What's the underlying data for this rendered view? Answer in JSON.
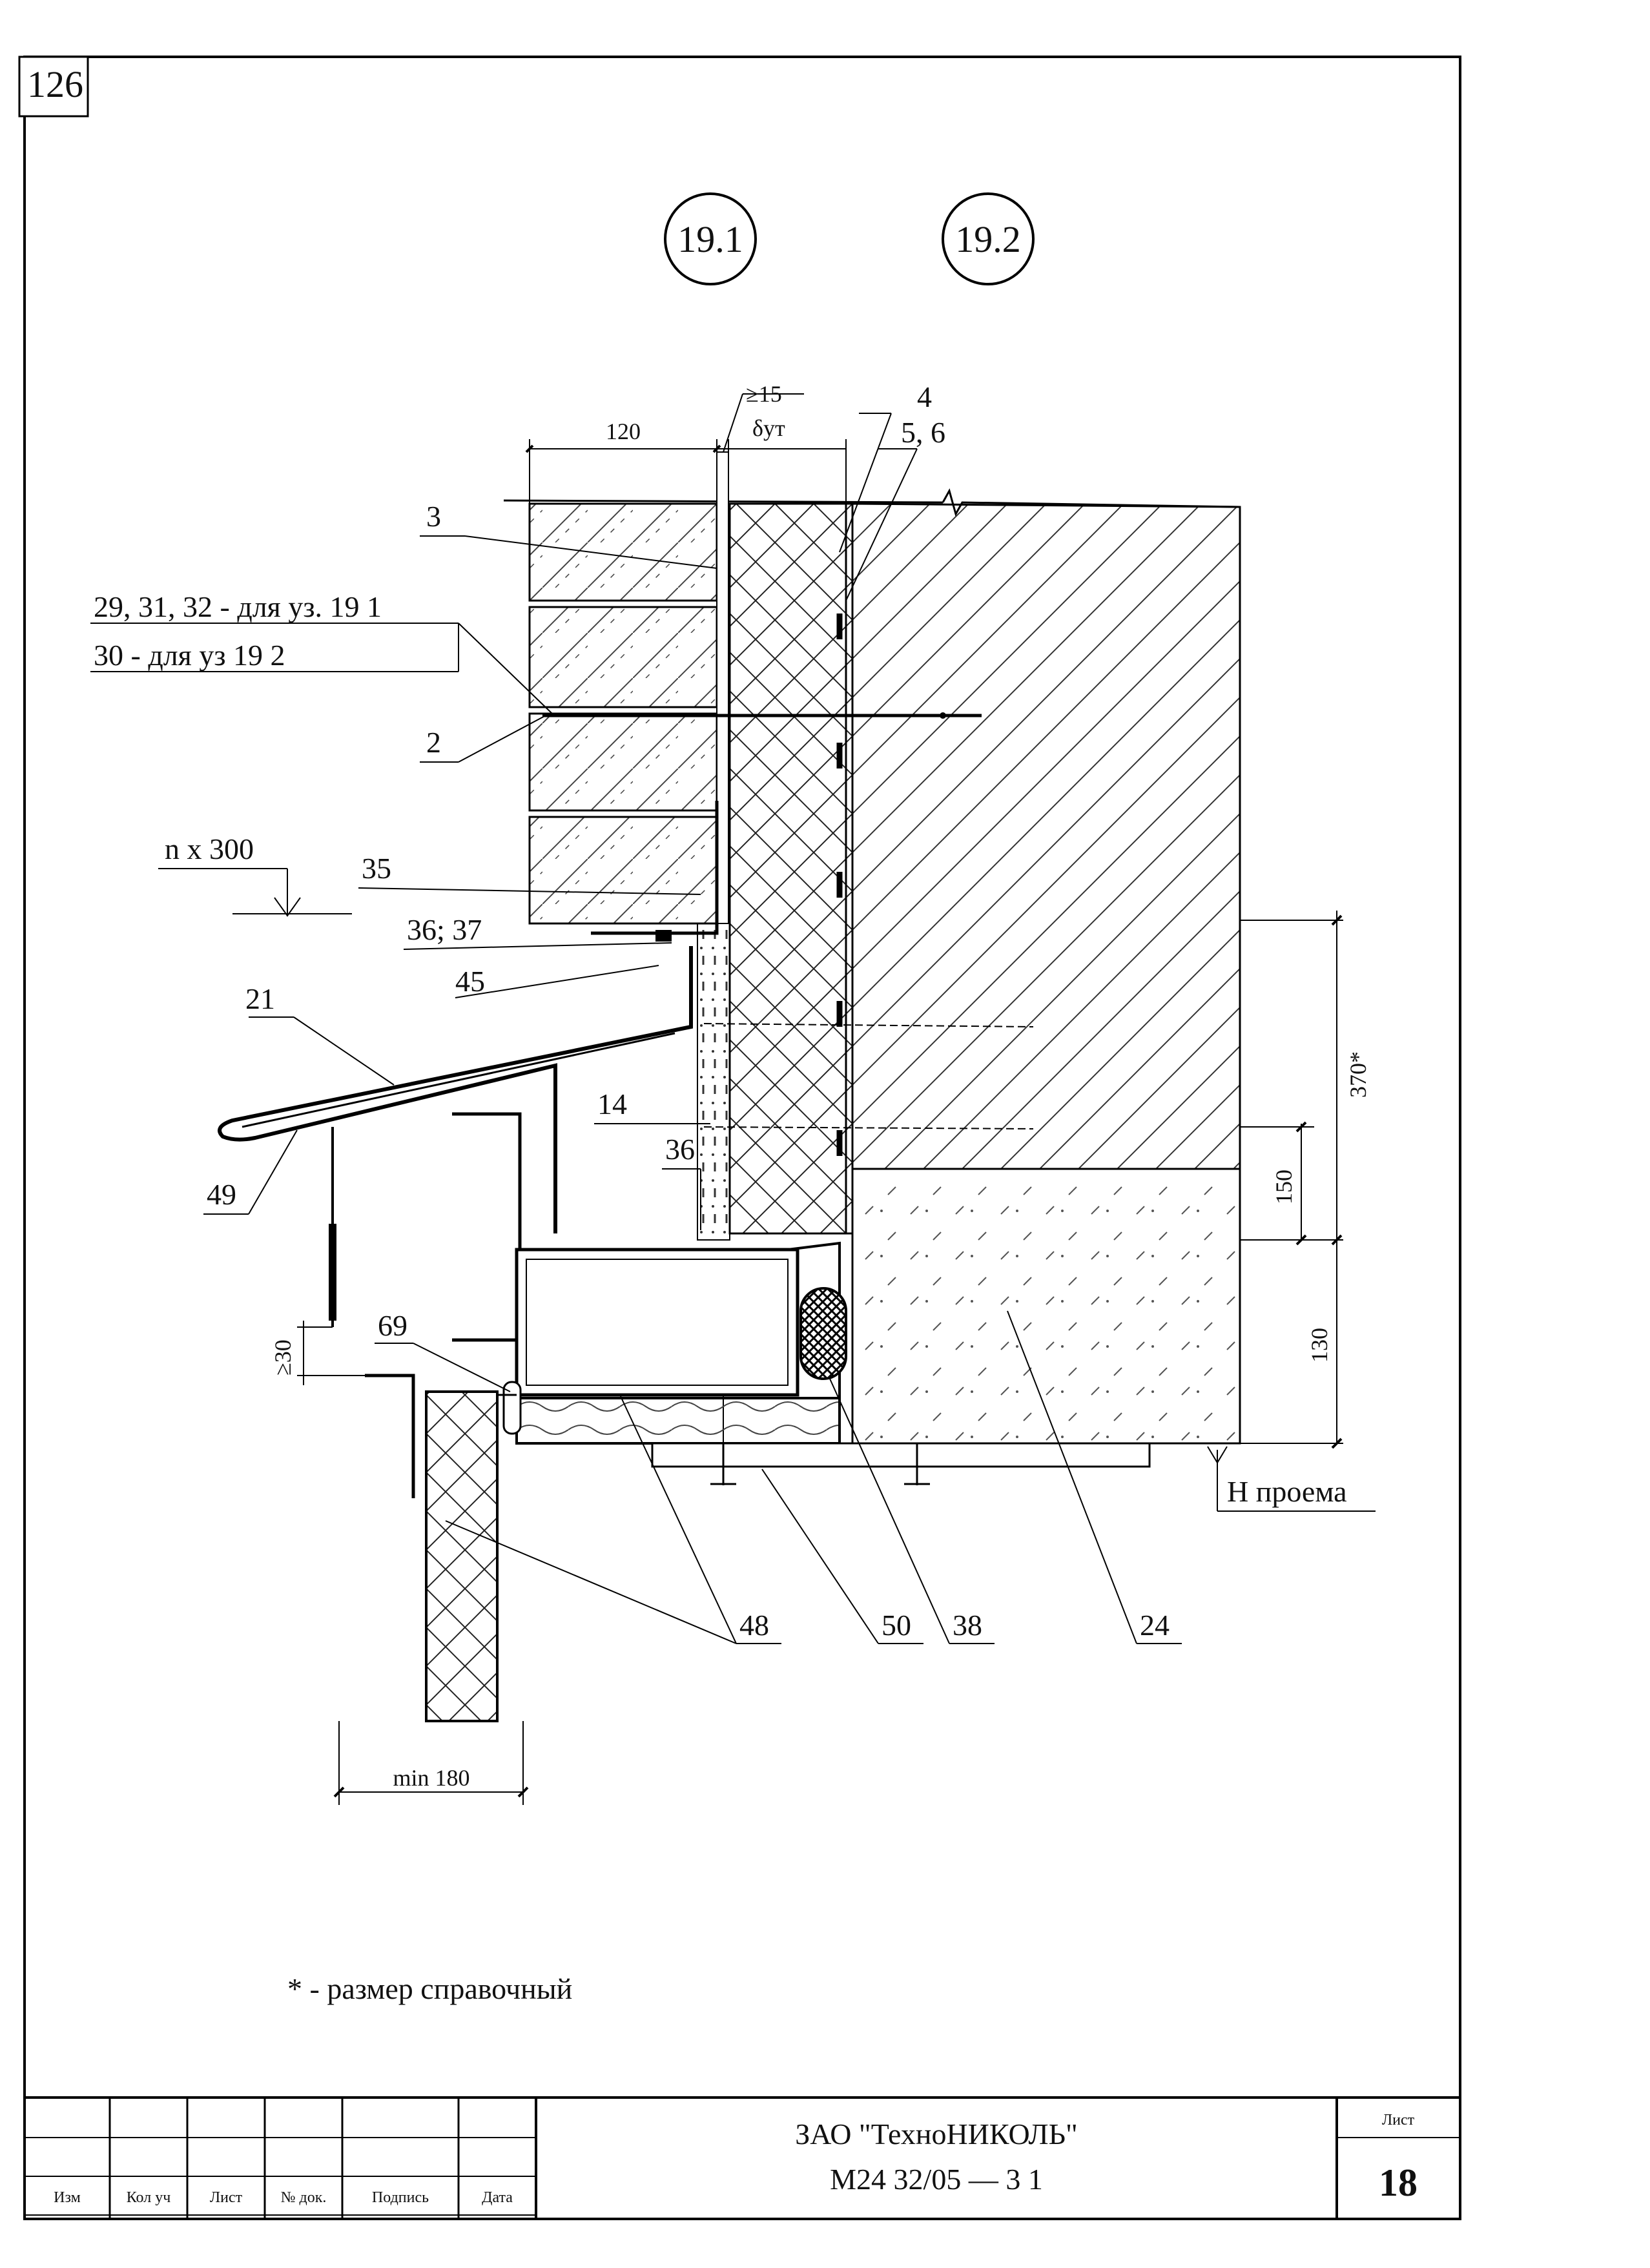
{
  "page_number": "126",
  "node_markers": [
    "19.1",
    "19.2"
  ],
  "dimensions": {
    "d120": "120",
    "d15": "≥15",
    "dut": "δут",
    "nx300": "n x 300",
    "d370": "370*",
    "d150": "150",
    "d130": "130",
    "d30": "≥30",
    "dmin180": "min 180",
    "h_opening": "Н проема"
  },
  "callouts": {
    "c4": "4",
    "c56": "5, 6",
    "c3": "3",
    "c29": "29, 31, 32 - для уз. 19 1",
    "c30": "30 - для уз 19 2",
    "c2": "2",
    "c35": "35",
    "c3637": "36; 37",
    "c45": "45",
    "c21": "21",
    "c14": "14",
    "c36": "36",
    "c49": "49",
    "c69": "69",
    "c48": "48",
    "c50": "50",
    "c38": "38",
    "c24": "24"
  },
  "note": "* - размер справочный",
  "title_block": {
    "columns": [
      "Изм",
      "Кол уч",
      "Лист",
      "№ док.",
      "Подпись",
      "Дата"
    ],
    "company": "ЗАО \"ТехноНИКОЛЬ\"",
    "doc_code": "М24 32/05  — 3 1",
    "sheet_label": "Лист",
    "sheet_number": "18"
  }
}
